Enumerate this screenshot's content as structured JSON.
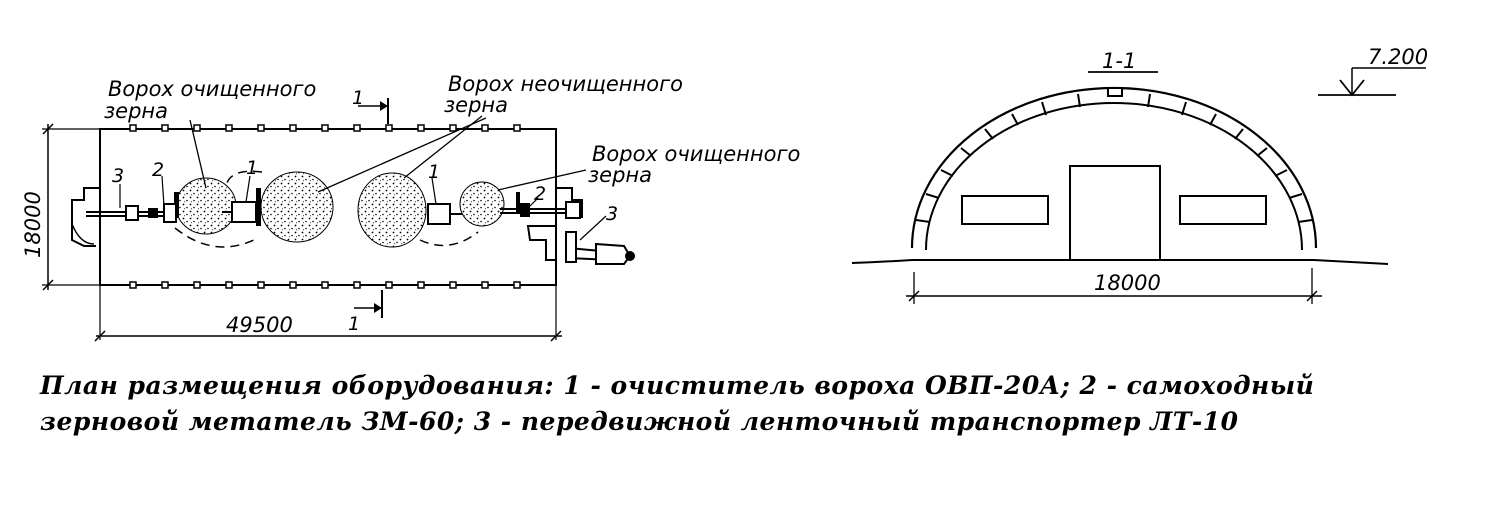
{
  "plan": {
    "label_cleaned_left": [
      "Ворох очищенного",
      "зерна"
    ],
    "label_uncleaned": [
      "Ворох неочищенного",
      "зерна"
    ],
    "label_cleaned_right": [
      "Ворох очищенного",
      "зерна"
    ],
    "section_mark": "1",
    "width_dim": "18000",
    "length_dim": "49500",
    "callouts": [
      "3",
      "2",
      "1",
      "1",
      "2",
      "3"
    ]
  },
  "section": {
    "title": "1-1",
    "elevation": "7.200",
    "span_dim": "18000"
  },
  "caption": {
    "line1": "План размещения оборудования: 1 - очиститель вороха ОВП-20А; 2 - самоходный",
    "line2": "зерновой метатель ЗМ-60; 3 - передвижной ленточный транспортер ЛТ-10"
  }
}
